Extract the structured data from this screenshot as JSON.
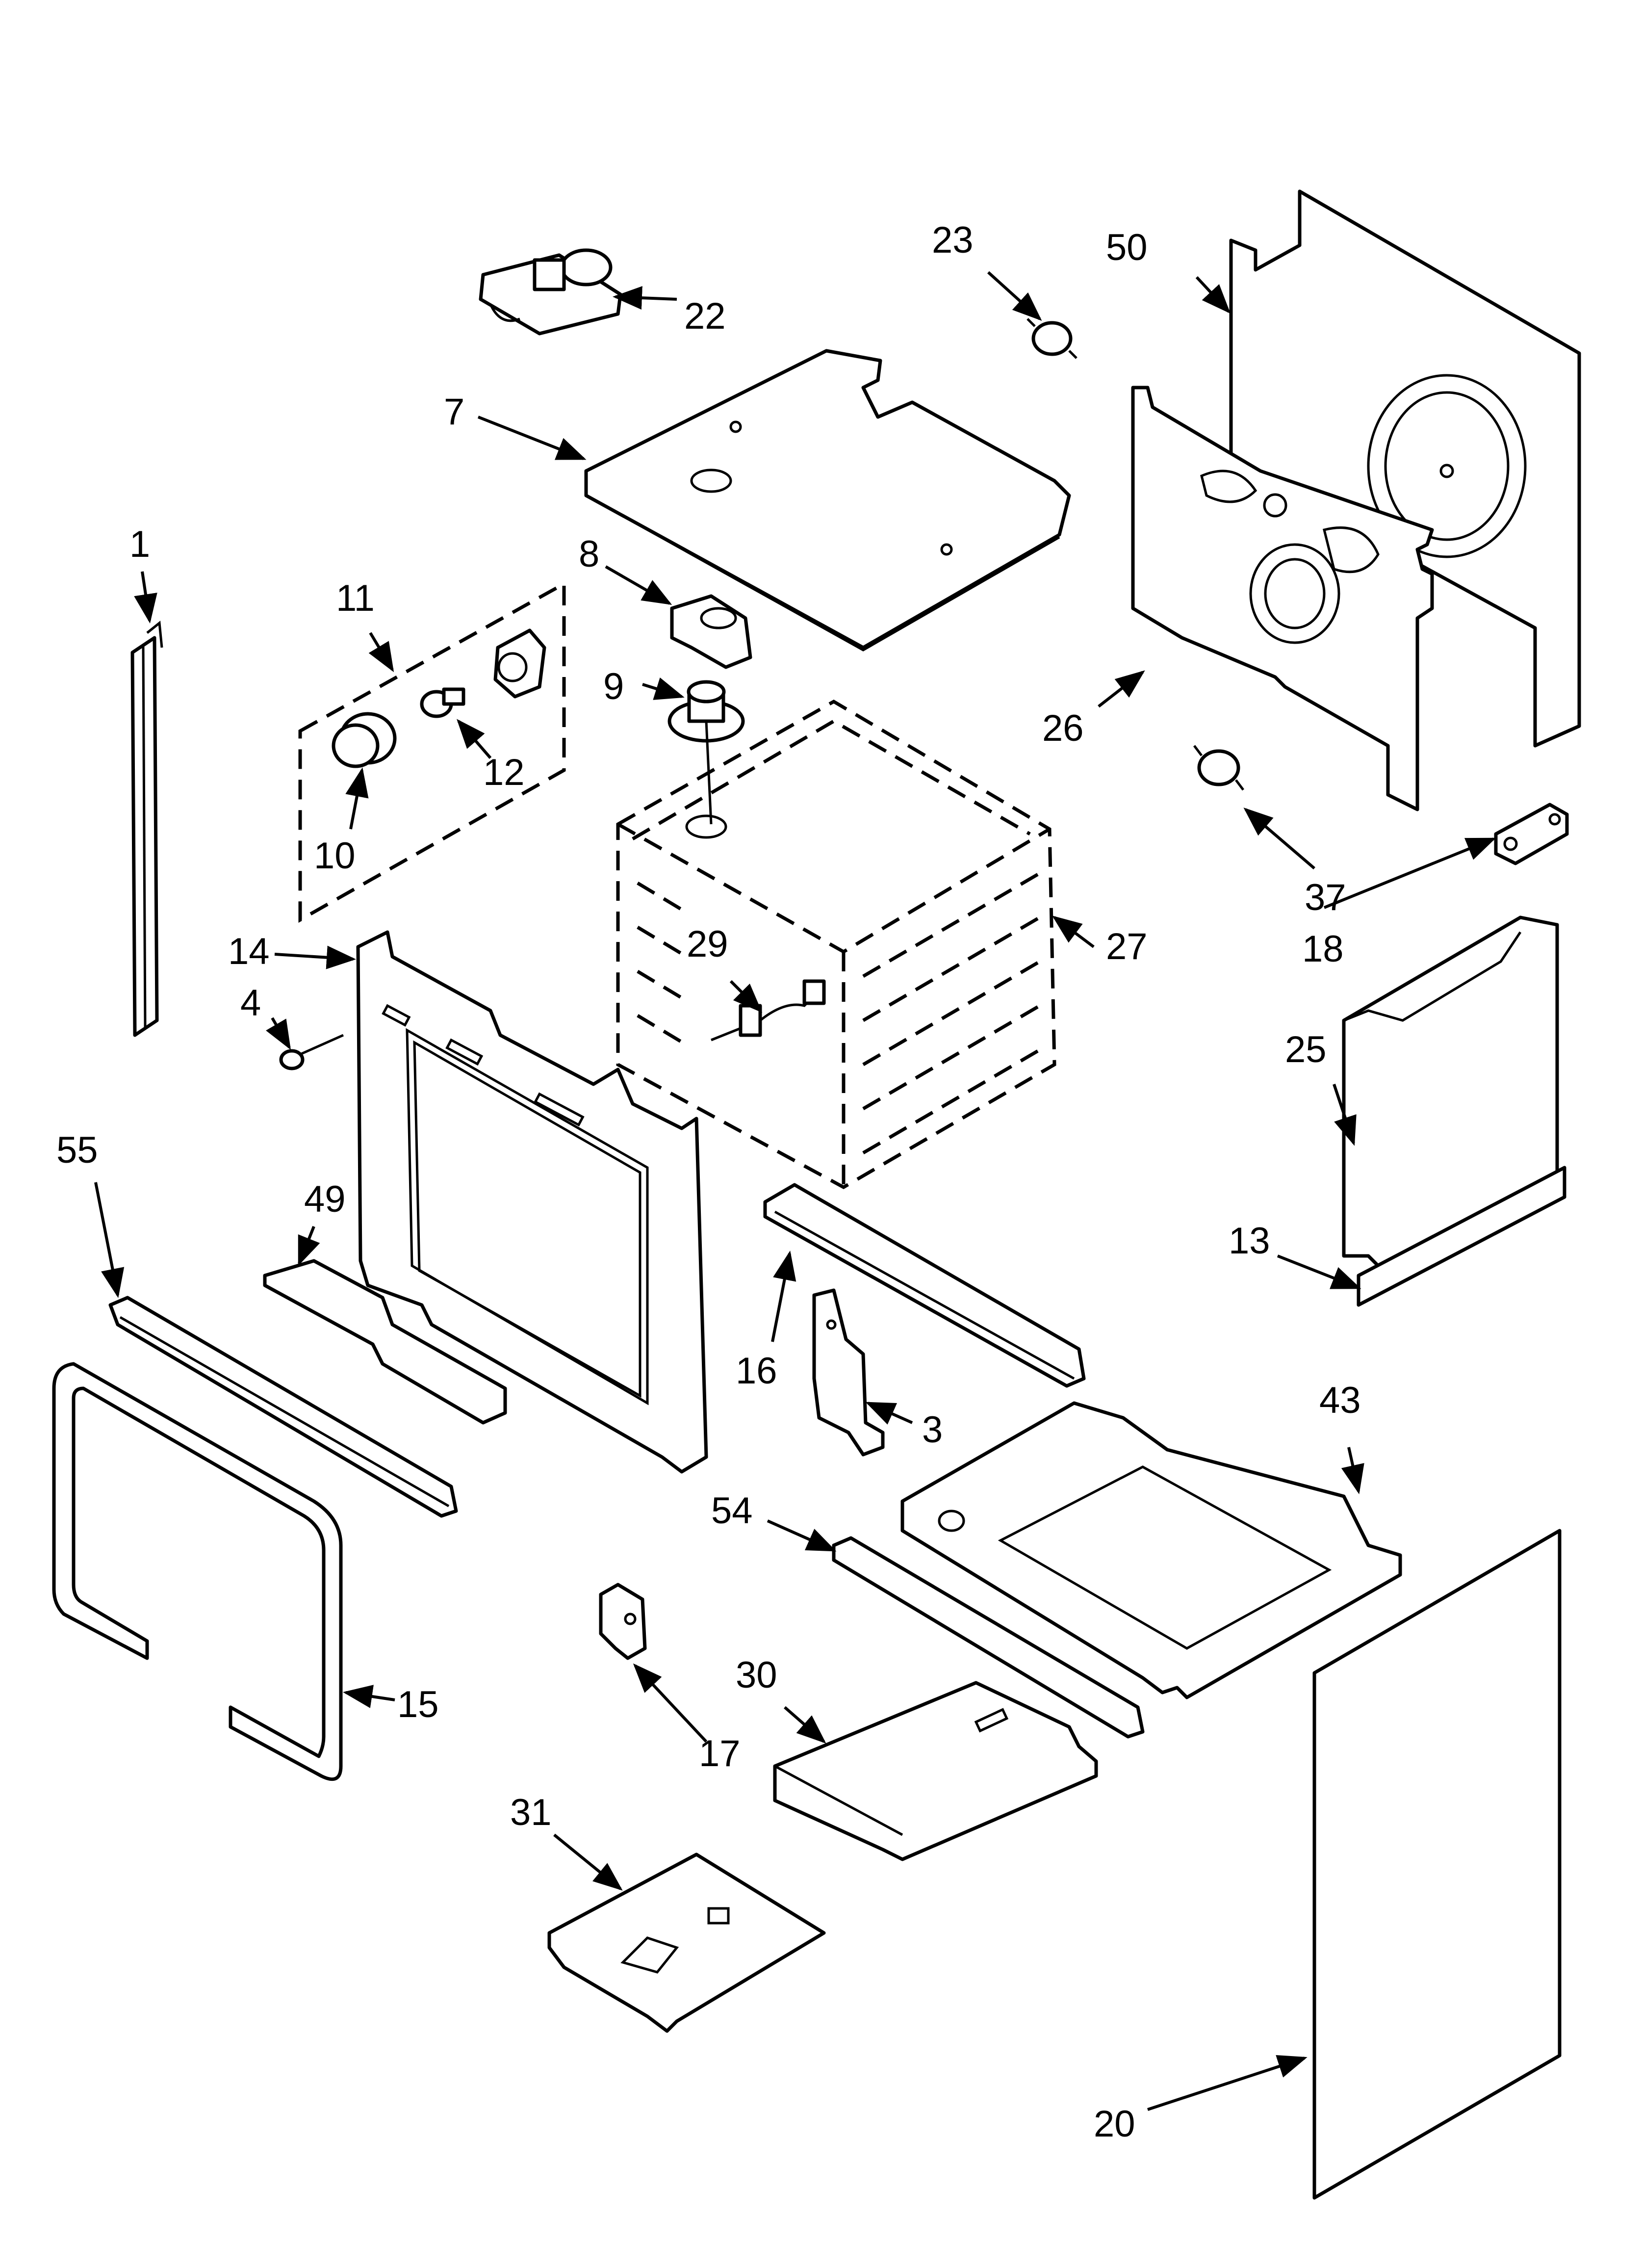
{
  "diagram": {
    "callouts": [
      {
        "id": "1"
      },
      {
        "id": "3"
      },
      {
        "id": "4"
      },
      {
        "id": "7"
      },
      {
        "id": "8"
      },
      {
        "id": "9"
      },
      {
        "id": "10"
      },
      {
        "id": "11"
      },
      {
        "id": "12"
      },
      {
        "id": "13"
      },
      {
        "id": "14"
      },
      {
        "id": "15"
      },
      {
        "id": "16"
      },
      {
        "id": "17"
      },
      {
        "id": "18"
      },
      {
        "id": "20"
      },
      {
        "id": "22"
      },
      {
        "id": "23"
      },
      {
        "id": "25"
      },
      {
        "id": "26"
      },
      {
        "id": "27"
      },
      {
        "id": "29"
      },
      {
        "id": "30"
      },
      {
        "id": "31"
      },
      {
        "id": "37"
      },
      {
        "id": "43"
      },
      {
        "id": "49"
      },
      {
        "id": "50"
      },
      {
        "id": "54"
      },
      {
        "id": "55"
      }
    ]
  }
}
